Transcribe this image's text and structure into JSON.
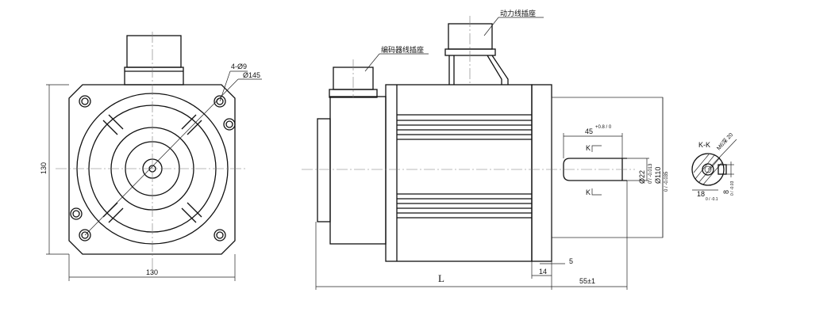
{
  "front_view": {
    "dim_width": "130",
    "dim_height": "130",
    "hole_callout": "4-Ø9",
    "pcd": "Ø145"
  },
  "side_view": {
    "encoder_connector_label": "编码器线插座",
    "power_connector_label": "动力线插座",
    "dim_length": "L",
    "dim_flange": "14",
    "dim_shaft_length": "55±1",
    "dim_step": "5",
    "dim_key_length": "45",
    "dim_key_length_tol": "+0.8 / 0",
    "dim_shaft_dia": "Ø22",
    "dim_shaft_dia_tol": "0 / -0.013",
    "dim_pilot_dia": "Ø110",
    "dim_pilot_dia_tol": "0 / -0.035",
    "section_mark_top": "K",
    "section_mark_bottom": "K"
  },
  "section_view": {
    "title": "K-K",
    "thread": "M6深 20",
    "dim_key_height": "18",
    "dim_key_height_tol": "0 / -0.1",
    "dim_key_width": "8",
    "dim_key_width_tol": "0 / -0.03"
  }
}
